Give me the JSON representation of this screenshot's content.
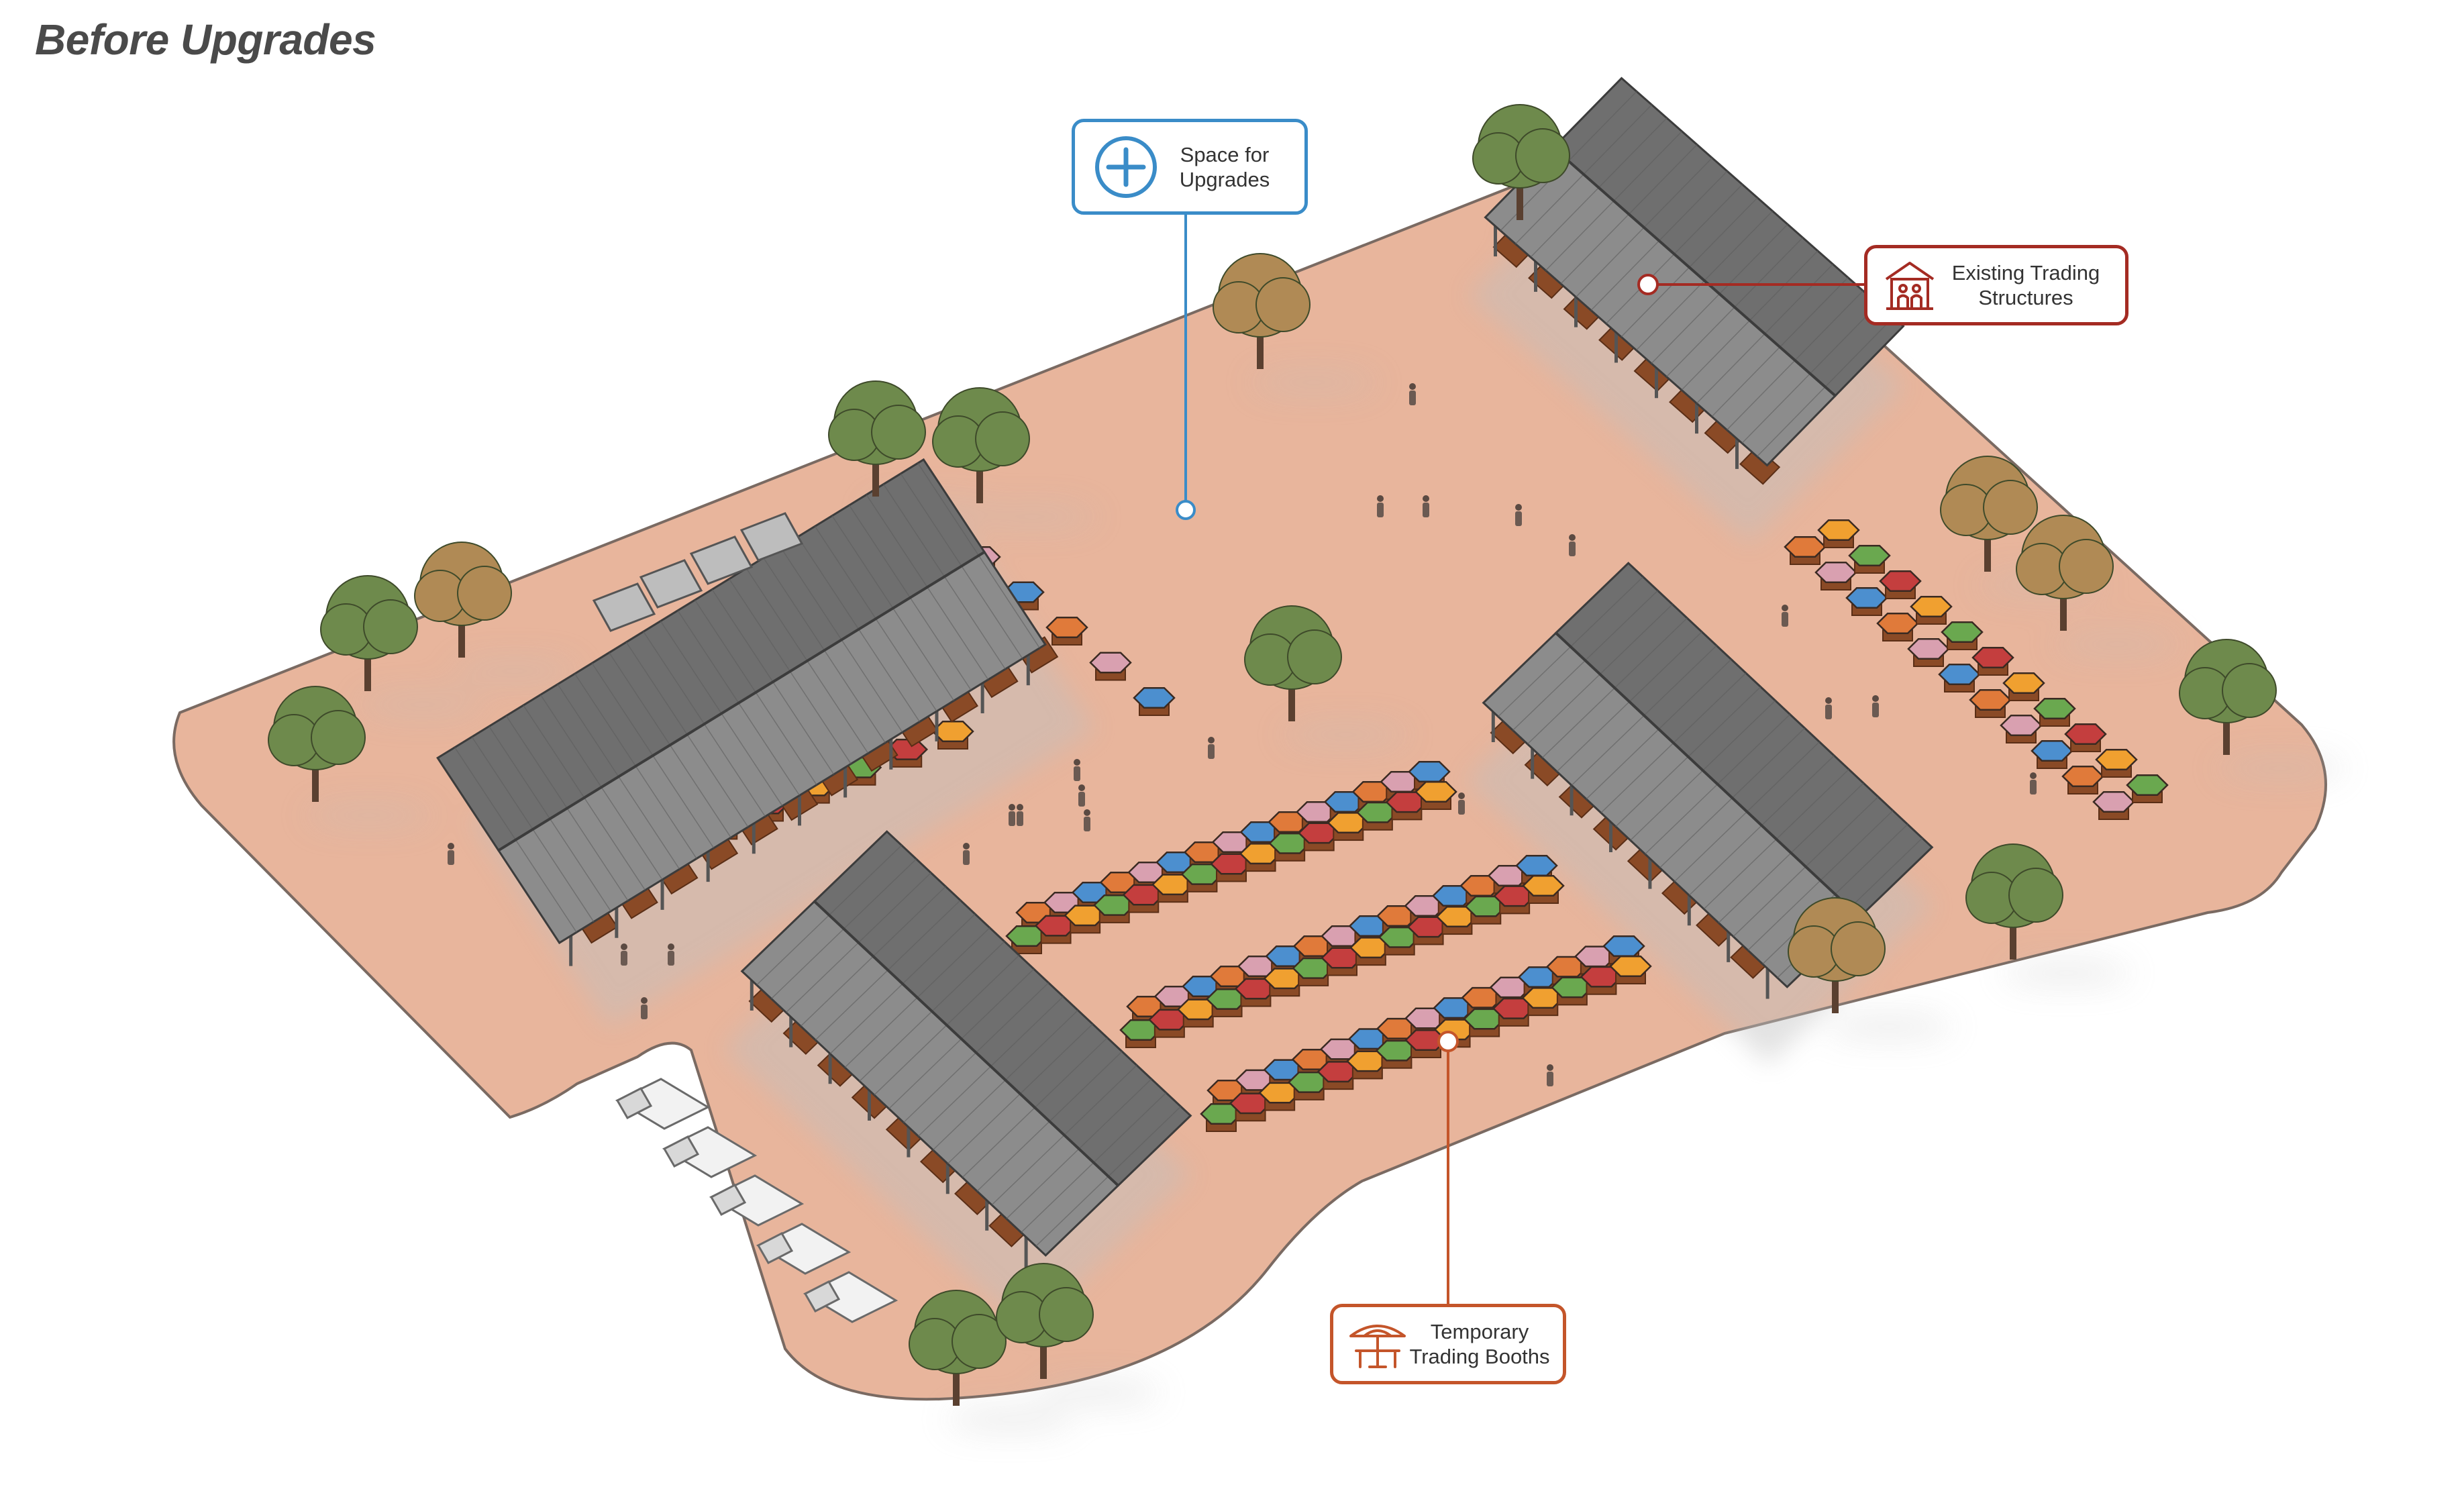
{
  "title": "Before Upgrades",
  "colors": {
    "ground": "#e8b59c",
    "ground_edge": "#7a6a62",
    "roof": "#8c8c8c",
    "roof_dark": "#6f6f6f",
    "upgrades_accent": "#3a8cc8",
    "existing_accent": "#a42b23",
    "temporary_accent": "#c4552a",
    "tree": "#6e8a4c",
    "tree_autumn": "#b08a55",
    "umbrella_palette": [
      "#e07a3a",
      "#c43e3e",
      "#4c8fcf",
      "#6aa84f",
      "#d9a0b0",
      "#f0a030"
    ]
  },
  "callouts": [
    {
      "id": "upgrades",
      "label": "Space for\nUpgrades",
      "icon": "plus-circle-icon"
    },
    {
      "id": "existing",
      "label": "Existing Trading\nStructures",
      "icon": "pavilion-icon"
    },
    {
      "id": "temporary",
      "label": "Temporary\nTrading Booths",
      "icon": "umbrella-stall-icon"
    }
  ]
}
